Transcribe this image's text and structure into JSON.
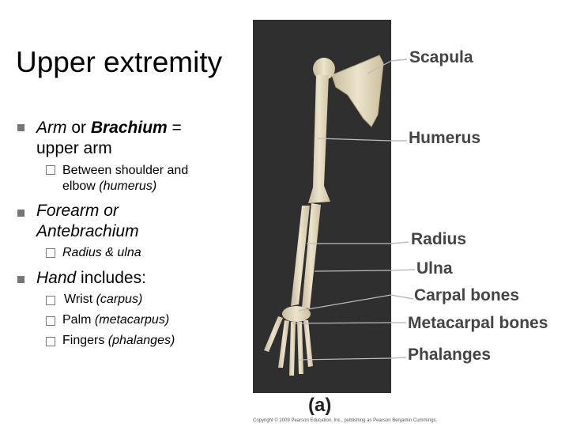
{
  "slide": {
    "title": "Upper extremity",
    "bullets": [
      {
        "em": "Arm",
        "mid": " or ",
        "strong": "Brachium",
        "tail": " =",
        "line2": "upper arm"
      },
      {
        "em1": "Forearm",
        "mid": " or",
        "em2": "Antebrachium"
      },
      {
        "em": "Hand",
        "tail": " includes:"
      }
    ],
    "subbullets": {
      "arm": {
        "line1": "Between shoulder and",
        "line2_plain": "elbow ",
        "line2_em": "(humerus)"
      },
      "forearm": {
        "em": "Radius & ulna"
      },
      "hand": [
        {
          "plain": "Wrist ",
          "em": "(carpus)"
        },
        {
          "plain": "Palm ",
          "em": "(metacarpus)"
        },
        {
          "plain": "Fingers ",
          "em": "(phalanges)"
        }
      ]
    }
  },
  "figure": {
    "labels": {
      "scapula": "Scapula",
      "humerus": "Humerus",
      "radius": "Radius",
      "ulna": "Ulna",
      "carpal": "Carpal bones",
      "metacarpal": "Metacarpal bones",
      "phalanges": "Phalanges"
    },
    "panel_label": "(a)",
    "copyright": "Copyright © 2009 Pearson Education, Inc., publishing as Pearson Benjamin Cummings."
  },
  "colors": {
    "bullet": "#777777",
    "photo_background": "#2f2f2f",
    "bone": "#e6dcc3",
    "leader_line": "#bdbdbd",
    "label": "#444444"
  }
}
